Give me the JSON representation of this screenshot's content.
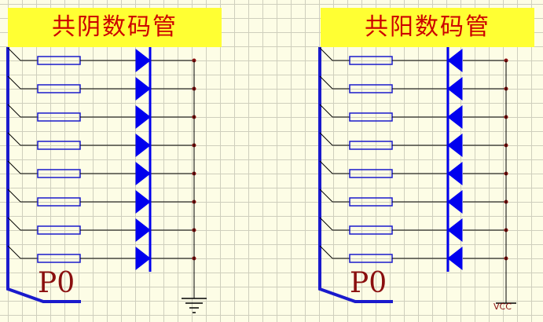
{
  "titles": {
    "common_cathode": "共阴数码管",
    "common_anode": "共阳数码管"
  },
  "ports": {
    "left": "P0",
    "right": "P0"
  },
  "power": {
    "vcc": "VCC"
  },
  "segment_count": 8,
  "colors": {
    "background": "#fdfde6",
    "grid": "#cfcfbd",
    "title_bg": "#ffff33",
    "title_text": "#cc0000",
    "bus": "#1a1acc",
    "wire": "#000000",
    "diode": "#0000ee",
    "junction": "#8a0f0f",
    "port_text": "#8a0f0f"
  }
}
